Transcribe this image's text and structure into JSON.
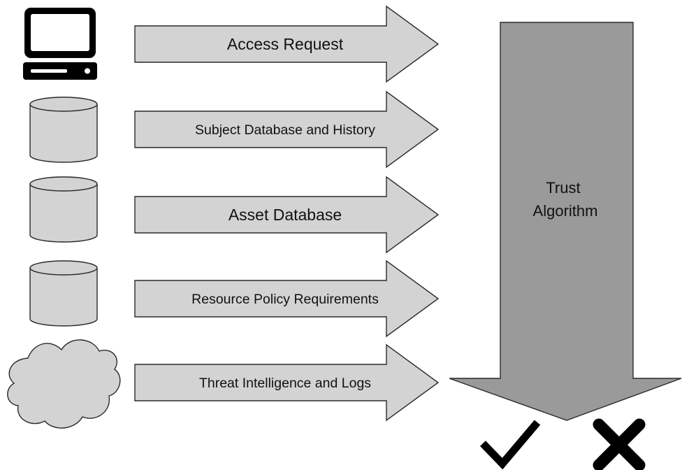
{
  "inputs": [
    {
      "source_icon": "computer-icon",
      "label": "Access Request"
    },
    {
      "source_icon": "database-icon",
      "label": "Subject Database and History"
    },
    {
      "source_icon": "database-icon",
      "label": "Asset Database"
    },
    {
      "source_icon": "database-icon",
      "label": "Resource Policy Requirements"
    },
    {
      "source_icon": "cloud-icon",
      "label": "Threat Intelligence and Logs"
    }
  ],
  "trust_algorithm": {
    "label_line1": "Trust",
    "label_line2": "Algorithm"
  },
  "outcomes": [
    {
      "icon": "checkmark-icon"
    },
    {
      "icon": "cross-icon"
    }
  ],
  "colors": {
    "shape_fill": "#d3d3d3",
    "trust_fill": "#9a9a9a",
    "stroke": "#2a2a2a",
    "icon_black": "#000000"
  }
}
